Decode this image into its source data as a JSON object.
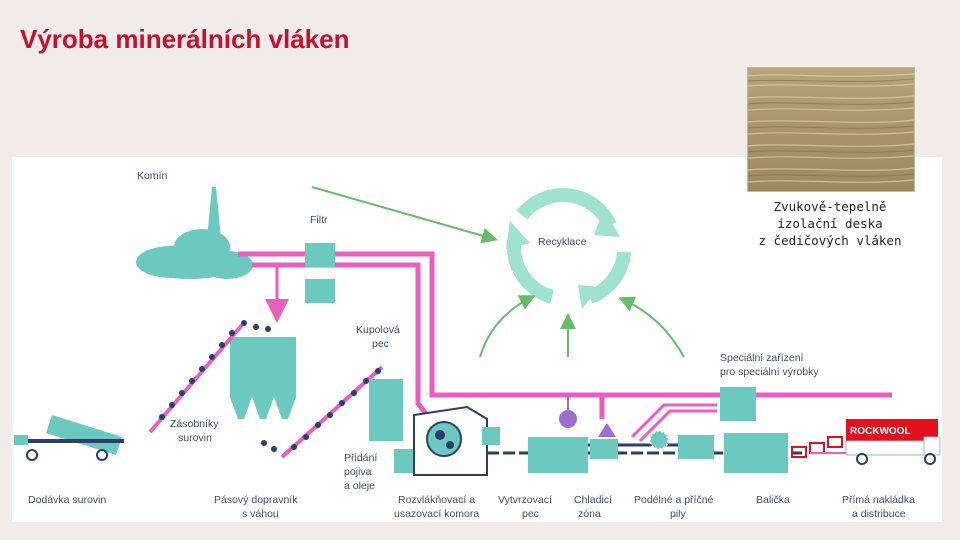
{
  "title": "Výroba minerálních vláken",
  "photo": {
    "caption": "Zvukově-tepelně\nizolační deska\nz čedičových vláken"
  },
  "diagram": {
    "labels": {
      "komin": "Komín",
      "filtr": "Filtr",
      "recyklace": "Recyklace",
      "kupolova_pec_1": "Kupolová",
      "kupolova_pec_2": "pec",
      "specialni_1": "Speciální zařízení",
      "specialni_2": "pro speciální výrobky",
      "zasobniky_1": "Zásobníky",
      "zasobniky_2": "surovin",
      "pridani_1": "Přidání",
      "pridani_2": "pojiva",
      "pridani_3": "a oleje",
      "dodavka": "Dodávka surovin",
      "dopravnik_1": "Pásový dopravník",
      "dopravnik_2": "s váhou",
      "rozvlaknovaci_1": "Rozvlákňovací a",
      "rozvlaknovaci_2": "usazovací komora",
      "vytvrzovaci_1": "Vytvrzovací",
      "vytvrzovaci_2": "pec",
      "chladici_1": "Chladicí",
      "chladici_2": "zóna",
      "podelne_1": "Podélné a příčné",
      "podelne_2": "pily",
      "balicka": "Balička",
      "nakladka_1": "Přímá nakládka",
      "nakladka_2": "a distribuce",
      "rockwool": "ROCKWOOL"
    },
    "colors": {
      "pink": "#e85fc0",
      "teal": "#6cc9c0",
      "mint": "#9fe3cf",
      "green": "#66bd69",
      "navy": "#2a3f6e",
      "red": "#e3111b",
      "purple": "#9b6fcf"
    }
  }
}
